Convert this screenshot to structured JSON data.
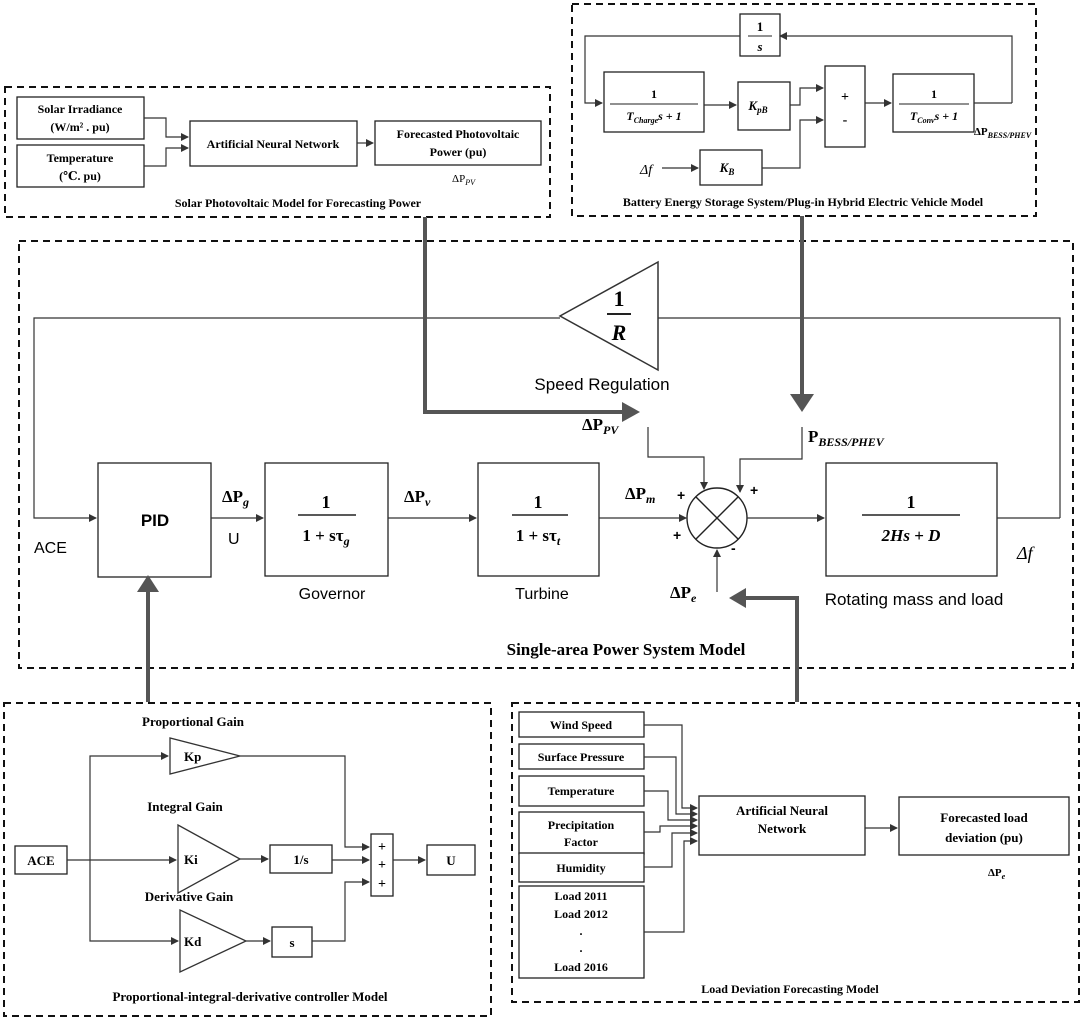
{
  "solar_pv": {
    "caption": "Solar Photovoltaic Model for Forecasting Power",
    "irradiance_line1": "Solar Irradiance",
    "irradiance_line2": "(W/m² . pu)",
    "temperature_line1": "Temperature",
    "temperature_line2": "(℃. pu)",
    "ann": "Artificial Neural Network",
    "output_line1": "Forecasted Photovoltaic",
    "output_line2": "Power (pu)",
    "output_symbol": "ΔP",
    "output_sub": "PV"
  },
  "bess": {
    "caption": "Battery Energy Storage System/Plug-in Hybrid Electric Vehicle Model",
    "integrator_num": "1",
    "integrator_den": "s",
    "charge_num": "1",
    "charge_den_T": "T",
    "charge_den_sub": "Charge",
    "charge_den_rest": "s + 1",
    "kpb": "K",
    "kpb_sub": "pB",
    "sum_plus": "+",
    "sum_minus": "-",
    "conv_num": "1",
    "conv_den_T": "T",
    "conv_den_sub": "Conv",
    "conv_den_rest": "s + 1",
    "input": "Δf",
    "kb": "K",
    "kb_sub": "B",
    "output_symbol": "ΔP",
    "output_sub": "BESS/PHEV"
  },
  "power_system": {
    "title": "Single-area Power System Model",
    "regulation_num": "1",
    "regulation_den": "R",
    "regulation_label": "Speed Regulation",
    "ace": "ACE",
    "pid": "PID",
    "dpg": "ΔP",
    "dpg_sub": "g",
    "u": "U",
    "governor_num": "1",
    "governor_den": "1 + sτ",
    "governor_sub": "g",
    "governor_label": "Governor",
    "dpv": "ΔP",
    "dpv_sub": "v",
    "turbine_num": "1",
    "turbine_den": "1 + sτ",
    "turbine_sub": "t",
    "turbine_label": "Turbine",
    "dpm": "ΔP",
    "dpm_sub": "m",
    "pv_in": "ΔP",
    "pv_in_sub": "PV",
    "bess_in": "P",
    "bess_in_sub": "BESS/PHEV",
    "dpe": "ΔP",
    "dpe_sub": "e",
    "plus": "+",
    "minus": "-",
    "rotating_num": "1",
    "rotating_den": "2Hs + D",
    "rotating_label": "Rotating mass and load",
    "df": "Δf"
  },
  "pid_model": {
    "caption": "Proportional-integral-derivative controller Model",
    "proportional_label": "Proportional Gain",
    "integral_label": "Integral Gain",
    "derivative_label": "Derivative Gain",
    "kp": "Kp",
    "ki": "Ki",
    "kd": "Kd",
    "integrator": "1/s",
    "differentiator": "s",
    "ace": "ACE",
    "output": "U",
    "plus": "+"
  },
  "load_model": {
    "caption": "Load Deviation Forecasting Model",
    "inputs": [
      "Wind Speed",
      "Surface Pressure",
      "Temperature",
      "Precipitation",
      "Factor",
      "Humidity"
    ],
    "loads": [
      "Load 2011",
      "Load 2012",
      ".",
      ".",
      "Load 2016"
    ],
    "ann_line1": "Artificial Neural",
    "ann_line2": "Network",
    "output_line1": "Forecasted load",
    "output_line2": "deviation (pu)",
    "output_symbol": "ΔP",
    "output_sub": "e"
  }
}
